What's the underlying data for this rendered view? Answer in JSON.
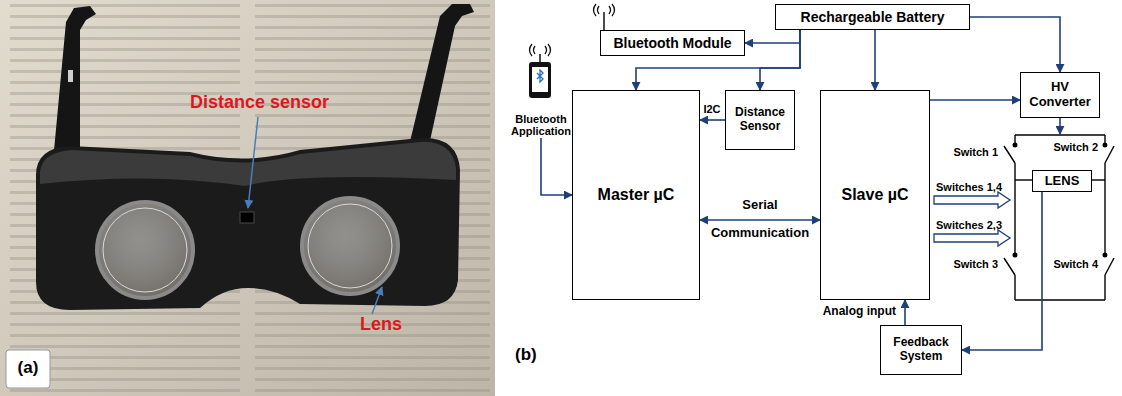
{
  "diagram": {
    "nodes": [
      {
        "text": [
          "Rechargeable Battery"
        ]
      },
      {
        "text": [
          "Bluetooth Module"
        ]
      },
      {
        "text": [
          "Bluetooth Application"
        ]
      },
      {
        "text": [
          "Master µC"
        ]
      },
      {
        "text": [
          "Distance Sensor"
        ]
      },
      {
        "text": [
          "Slave µC"
        ]
      },
      {
        "text": [
          "HV Converter"
        ]
      },
      {
        "text": [
          "LENS"
        ]
      },
      {
        "text": [
          "Feedback System"
        ]
      }
    ],
    "edges": [
      {
        "from": 0,
        "to": 1,
        "arrow": "to"
      },
      {
        "from": 0,
        "to": 3,
        "arrow": "to"
      },
      {
        "from": 0,
        "to": 4,
        "arrow": "to"
      },
      {
        "from": 0,
        "to": 5,
        "arrow": "to"
      },
      {
        "from": 0,
        "to": 6,
        "arrow": "to"
      },
      {
        "from": 2,
        "to": 3,
        "arrow": "to"
      },
      {
        "from": 4,
        "to": 3,
        "label": "I2C",
        "arrow": "to"
      },
      {
        "from": 3,
        "to": 5,
        "arrow": "both"
      },
      {
        "from": 5,
        "to": 6,
        "arrow": "to"
      },
      {
        "from": 7,
        "to": 8,
        "arrow": "to"
      },
      {
        "from": 8,
        "to": 5,
        "label": "Analog input",
        "arrow": "to"
      }
    ],
    "labels": [
      "Distance sensor",
      "Lens",
      "(a)",
      "(b)",
      "Serial",
      "Communication",
      "Switches 1,4",
      "Switches 2,3",
      "Switch 1",
      "Switch 2",
      "Switch 3",
      "Switch 4"
    ]
  }
}
